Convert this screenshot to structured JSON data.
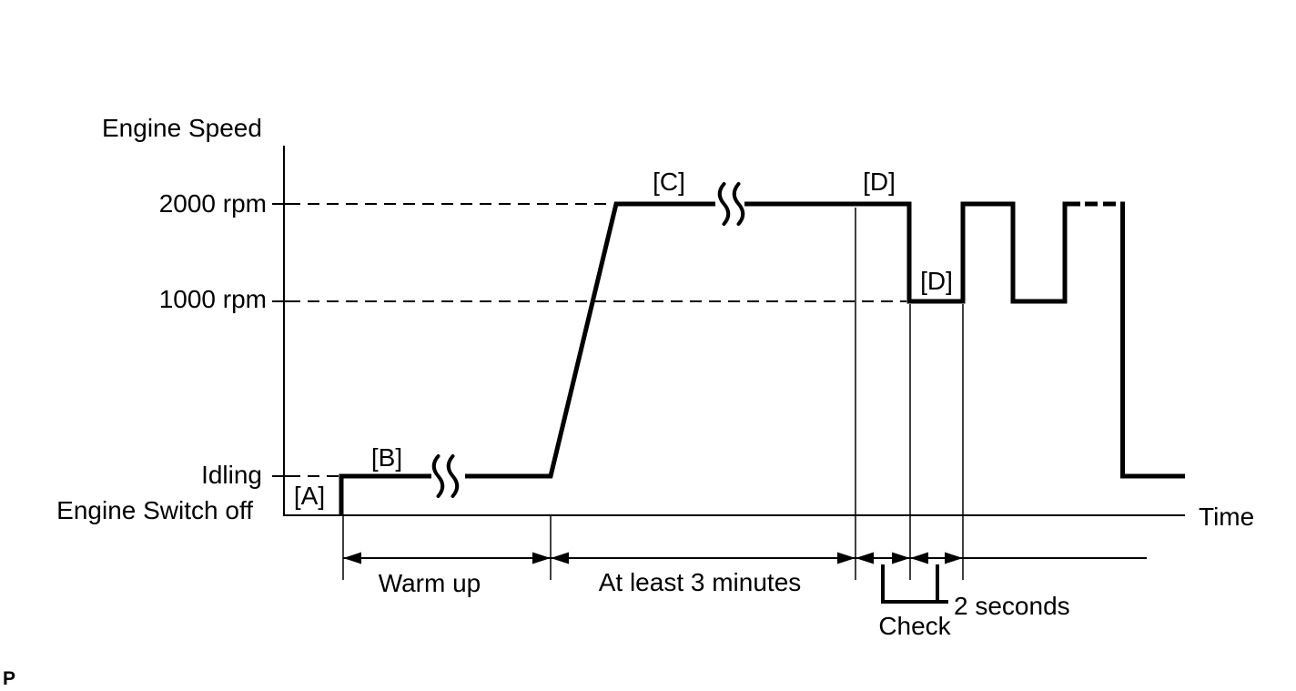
{
  "colors": {
    "ink": "#000000",
    "background": "#ffffff"
  },
  "diagram": {
    "title": "Engine Speed",
    "time_label": "Time",
    "levels": {
      "rpm2000": "2000 rpm",
      "rpm1000": "1000 rpm",
      "idling": "Idling",
      "switch_off": "Engine Switch off"
    },
    "points": {
      "a": "[A]",
      "b": "[B]",
      "c": "[C]",
      "d_high": "[D]",
      "d_low": "[D]"
    },
    "annotations": {
      "warm_up": "Warm up",
      "three_minutes": "At least 3 minutes",
      "two_seconds": "2 seconds",
      "check": "Check"
    },
    "page_marker": "P"
  }
}
